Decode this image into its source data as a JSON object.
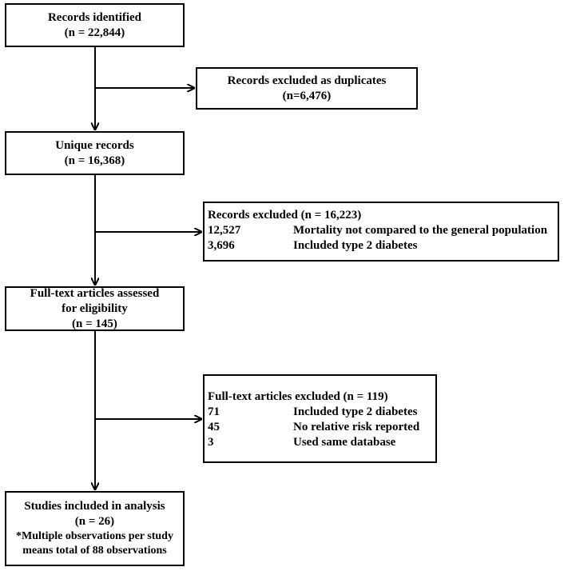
{
  "boxes": {
    "identified": {
      "title": "Records identified",
      "count": "(n = 22,844)"
    },
    "duplicates": {
      "title": "Records excluded as duplicates",
      "count": "(n=6,476)"
    },
    "unique": {
      "title": "Unique records",
      "count": "(n = 16,368)"
    },
    "excluded_records": {
      "title": "Records excluded (n = 16,223)",
      "items": [
        {
          "num": "12,527",
          "reason": "Mortality not compared to the general population"
        },
        {
          "num": "3,696",
          "reason": "Included type 2 diabetes"
        }
      ]
    },
    "fulltext": {
      "line1": "Full-text articles assessed",
      "line2": "for eligibility",
      "count": "(n = 145)"
    },
    "excluded_fulltext": {
      "title": "Full-text articles excluded (n = 119)",
      "items": [
        {
          "num": "71",
          "reason": "Included type 2 diabetes"
        },
        {
          "num": "45",
          "reason": "No relative risk reported"
        },
        {
          "num": "3",
          "reason": "Used same database"
        }
      ]
    },
    "included": {
      "title": "Studies included in analysis",
      "count": "(n = 26)",
      "note1": "*Multiple observations per study",
      "note2": "means total of 88 observations"
    }
  }
}
